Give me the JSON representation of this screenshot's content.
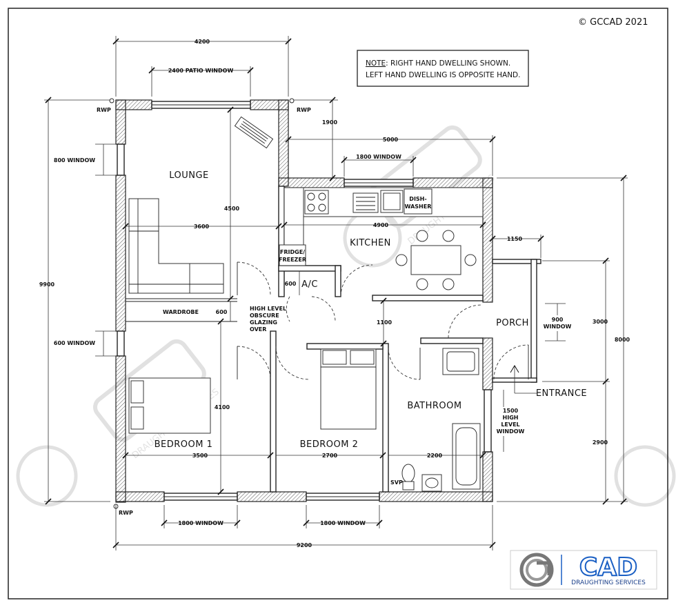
{
  "copyright": "© GCCAD 2021",
  "note": {
    "line1_prefix": "NOTE",
    "line1_rest": ": RIGHT HAND DWELLING SHOWN.",
    "line2": "LEFT HAND DWELLING IS OPPOSITE HAND."
  },
  "rooms": {
    "lounge": "LOUNGE",
    "kitchen": "KITCHEN",
    "ac": "A/C",
    "porch": "PORCH",
    "bathroom": "BATHROOM",
    "bedroom1": "BEDROOM 1",
    "bedroom2": "BEDROOM 2",
    "wardrobe": "WARDROBE",
    "entrance": "ENTRANCE"
  },
  "labels": {
    "rwp": "RWP",
    "dishwasher_1": "DISH-",
    "dishwasher_2": "WASHER",
    "fridge_1": "FRIDGE/",
    "fridge_2": "FREEZER",
    "svp": "SVP",
    "glazing_1": "HIGH LEVEL",
    "glazing_2": "OBSCURE",
    "glazing_3": "GLAZING",
    "glazing_4": "OVER",
    "hlw_1": "1500",
    "hlw_2": "HIGH",
    "hlw_3": "LEVEL",
    "hlw_4": "WINDOW",
    "porch_win_1": "900",
    "porch_win_2": "WINDOW"
  },
  "dimensions": {
    "overall_width": "9200",
    "overall_height": "9900",
    "lounge_width": "4200",
    "patio_window": "2400 PATIO WINDOW",
    "window_800": "800 WINDOW",
    "window_600": "600 WINDOW",
    "lounge_depth": "4500",
    "lounge_inner": "3600",
    "step_1900": "1900",
    "kitchen_5000": "5000",
    "kitchen_window": "1800 WINDOW",
    "kitchen_4900": "4900",
    "d_600_ac": "600",
    "d_600_wardrobe": "600",
    "d_1100": "1100",
    "d_1150": "1150",
    "d_3000": "3000",
    "d_8000": "8000",
    "bed1_depth": "4100",
    "bed1_width": "3500",
    "bed2_width": "2700",
    "bath_width": "2200",
    "d_2900": "2900",
    "bed1_window": "1800 WINDOW",
    "bed2_window": "1800 WINDOW"
  },
  "logo": {
    "text": "CAD",
    "subtitle": "DRAUGHTING SERVICES"
  },
  "watermark": "DRAUGHTING SERVICES",
  "colors": {
    "line": "#222222",
    "logo_blue": "#1a5fc4"
  }
}
